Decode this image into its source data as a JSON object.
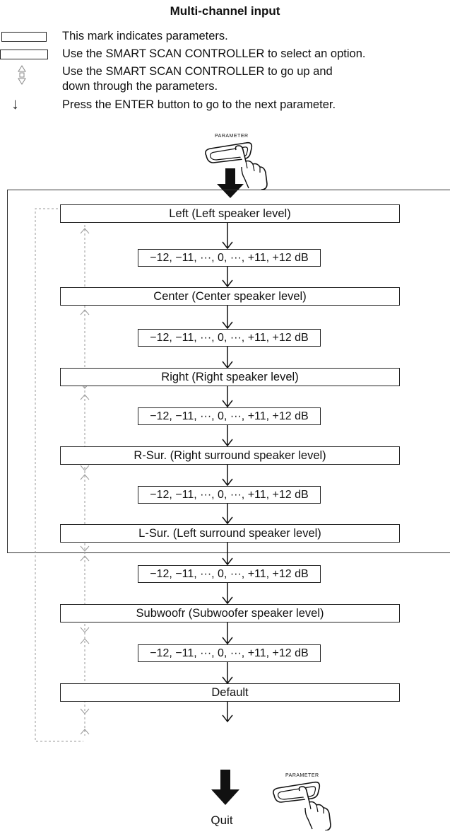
{
  "title": "Multi-channel input",
  "legend": [
    {
      "icon": "parameter-box-icon",
      "text": "This mark indicates parameters."
    },
    {
      "icon": "option-box-icon",
      "text": "Use the SMART SCAN CONTROLLER to select an option."
    },
    {
      "icon": "up-down-dial-icon",
      "text_line1": "Use the SMART SCAN CONTROLLER to go up and",
      "text_line2": "down through the parameters."
    },
    {
      "icon": "down-arrow-icon",
      "glyph": "↓",
      "text": "Press the ENTER button to go to the next parameter."
    }
  ],
  "button_label": "PARAMETER",
  "flow": {
    "steps": [
      {
        "parameter": "Left (Left speaker level)",
        "value": "−12, −11, ···, 0, ···, +11, +12 dB"
      },
      {
        "parameter": "Center (Center speaker level)",
        "value": "−12, −11, ···, 0, ···, +11, +12 dB"
      },
      {
        "parameter": "Right (Right speaker level)",
        "value": "−12, −11, ···, 0, ···, +11, +12 dB"
      },
      {
        "parameter": "R-Sur. (Right surround speaker level)",
        "value": "−12, −11, ···, 0, ···, +11, +12 dB"
      },
      {
        "parameter": "L-Sur. (Left surround speaker level)",
        "value": "−12, −11, ···, 0, ···, +11, +12 dB"
      },
      {
        "parameter": "Subwoofr (Subwoofer speaker level)",
        "value": "−12, −11, ···, 0, ···, +11, +12 dB"
      }
    ],
    "final": "Default"
  },
  "quit_label": "Quit"
}
